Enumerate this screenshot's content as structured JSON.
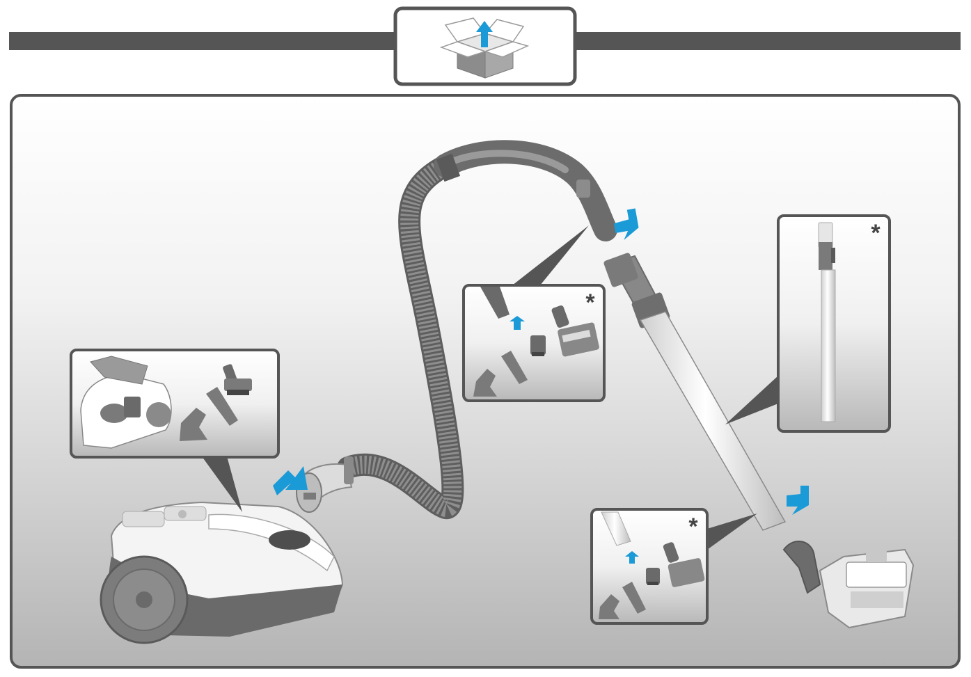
{
  "header": {
    "icon": "open-box-unpack-icon",
    "arrow_color": "#1a9ad6"
  },
  "colors": {
    "frame": "#555555",
    "panel_top": "#ffffff",
    "panel_bottom": "#b5b5b5",
    "accent_arrow": "#1a9ad6",
    "hose": "#7a7a7a",
    "body_gray": "#666666"
  },
  "callouts": [
    {
      "id": "accessories-bag",
      "optional_mark": "",
      "items": [
        "vacuum-body-open",
        "upholstery-brush",
        "crevice-tool",
        "dusting-brush"
      ]
    },
    {
      "id": "handle-accessories",
      "optional_mark": "*",
      "items": [
        "handle-end",
        "mini-turbo-brush",
        "dusting-brush",
        "upholstery-brush",
        "crevice-tool"
      ]
    },
    {
      "id": "telescopic-tube",
      "optional_mark": "*",
      "items": [
        "extension-tube"
      ]
    },
    {
      "id": "tube-accessories",
      "optional_mark": "*",
      "items": [
        "tube-end",
        "mini-turbo-brush",
        "dusting-brush",
        "upholstery-brush",
        "crevice-tool"
      ]
    }
  ],
  "assembly": [
    "vacuum-body",
    "hose",
    "handle",
    "telescopic-tube",
    "floor-nozzle"
  ]
}
